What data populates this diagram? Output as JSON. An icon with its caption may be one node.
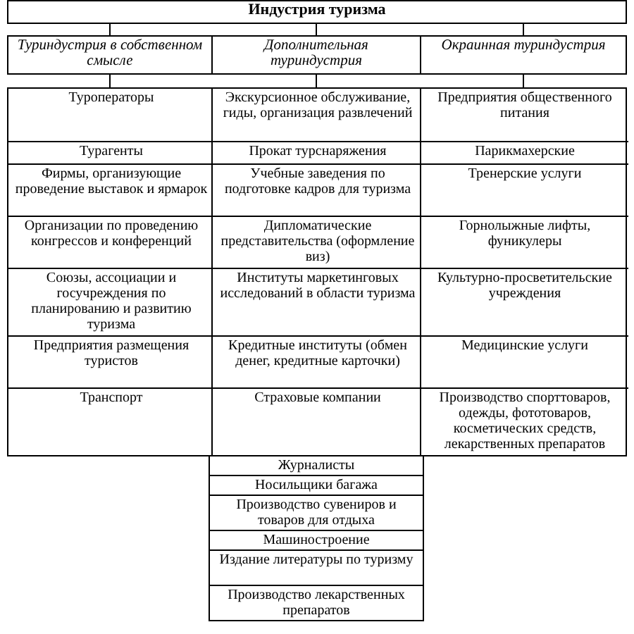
{
  "diagram": {
    "nodes": [
      {
        "text": [
          "Индустрия туризма"
        ]
      },
      {
        "text": [
          "Туриндустрия в собственном смысле"
        ]
      },
      {
        "text": [
          "Дополнительная туриндустрия"
        ]
      },
      {
        "text": [
          "Окраинная туриндустрия"
        ]
      },
      {
        "text": [],
        "shape": "box"
      },
      {
        "text": [],
        "shape": "box"
      },
      {
        "text": [],
        "shape": "box"
      },
      {
        "text": [
          "Туроператоры"
        ],
        "in": 4
      },
      {
        "text": [
          "Турагенты"
        ],
        "in": 4
      },
      {
        "text": [
          "Фирмы, организующие проведение выставок и ярмарок"
        ],
        "in": 4
      },
      {
        "text": [
          "Организации по проведению конгрессов и конференций"
        ],
        "in": 4
      },
      {
        "text": [
          "Союзы, ассоциации и госучреждения по планированию и развитию туризма"
        ],
        "in": 4
      },
      {
        "text": [
          "Предприятия размещения туристов"
        ],
        "in": 4
      },
      {
        "text": [
          "Транспорт"
        ],
        "in": 4
      },
      {
        "text": [
          "Экскурсионное обслуживание, гиды, организация развлечений"
        ],
        "in": 5
      },
      {
        "text": [
          "Прокат турснаряжения"
        ],
        "in": 5
      },
      {
        "text": [
          "Учебные заведения по подготовке кадров для туризма"
        ],
        "in": 5
      },
      {
        "text": [
          "Дипломатические представительства (оформление виз)"
        ],
        "in": 5
      },
      {
        "text": [
          "Институты маркетинговых исследований в области туризма"
        ],
        "in": 5
      },
      {
        "text": [
          "Кредитные институты (обмен денег, кредитные карточки)"
        ],
        "in": 5
      },
      {
        "text": [
          "Страховые компании"
        ],
        "in": 5
      },
      {
        "text": [
          "Предприятия общественного питания"
        ],
        "in": 6
      },
      {
        "text": [
          "Парикмахерские"
        ],
        "in": 6
      },
      {
        "text": [
          "Тренерские услуги"
        ],
        "in": 6
      },
      {
        "text": [
          "Горнолыжные лифты, фуникулеры"
        ],
        "in": 6
      },
      {
        "text": [
          "Культурно-просветительские учреждения"
        ],
        "in": 6
      },
      {
        "text": [
          "Медицинские услуги"
        ],
        "in": 6
      },
      {
        "text": [
          "Производство спорттоваров, одежды, фототоваров, косметических средств, лекарственных препаратов"
        ],
        "in": 6
      },
      {
        "text": [
          "Журналисты"
        ]
      },
      {
        "text": [
          "Носильщики багажа"
        ]
      },
      {
        "text": [
          "Производство сувениров и товаров для отдыха"
        ]
      },
      {
        "text": [
          "Машиностроение"
        ]
      },
      {
        "text": [
          "Издание литературы по туризму"
        ]
      },
      {
        "text": [
          "Производство лекарственных препаратов"
        ]
      }
    ],
    "edges": [
      {
        "from": 0,
        "to": 1,
        "arrow": "none"
      },
      {
        "from": 0,
        "to": 2,
        "arrow": "none"
      },
      {
        "from": 0,
        "to": 3,
        "arrow": "none"
      },
      {
        "from": 1,
        "to": 4,
        "arrow": "none"
      },
      {
        "from": 2,
        "to": 5,
        "arrow": "none"
      },
      {
        "from": 3,
        "to": 6,
        "arrow": "none"
      }
    ]
  }
}
